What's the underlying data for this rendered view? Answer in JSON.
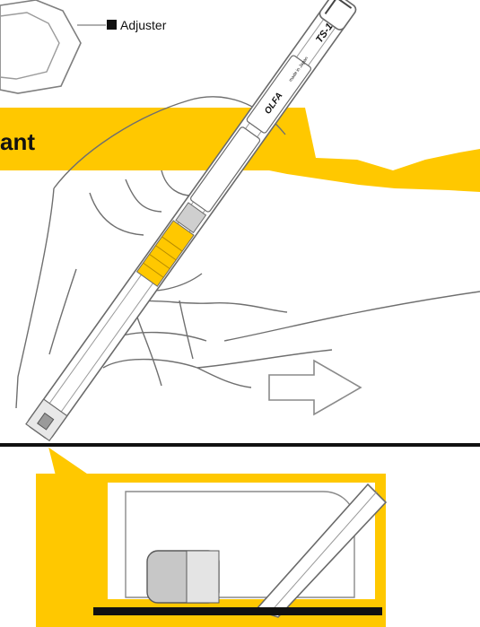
{
  "labels": {
    "adjuster": "Adjuster",
    "heading_fragment": "ant",
    "pen_brand": "OLFA",
    "pen_model": "TS-1",
    "pen_small_text": "made in Japan"
  },
  "colors": {
    "accent_yellow": "#FFC800",
    "line_black": "#111111",
    "outline_gray": "#8a8a8a",
    "body_white": "#ffffff"
  },
  "icons": {
    "adjuster_marker": "square-bullet-icon",
    "direction": "right-arrow-outline-icon"
  }
}
